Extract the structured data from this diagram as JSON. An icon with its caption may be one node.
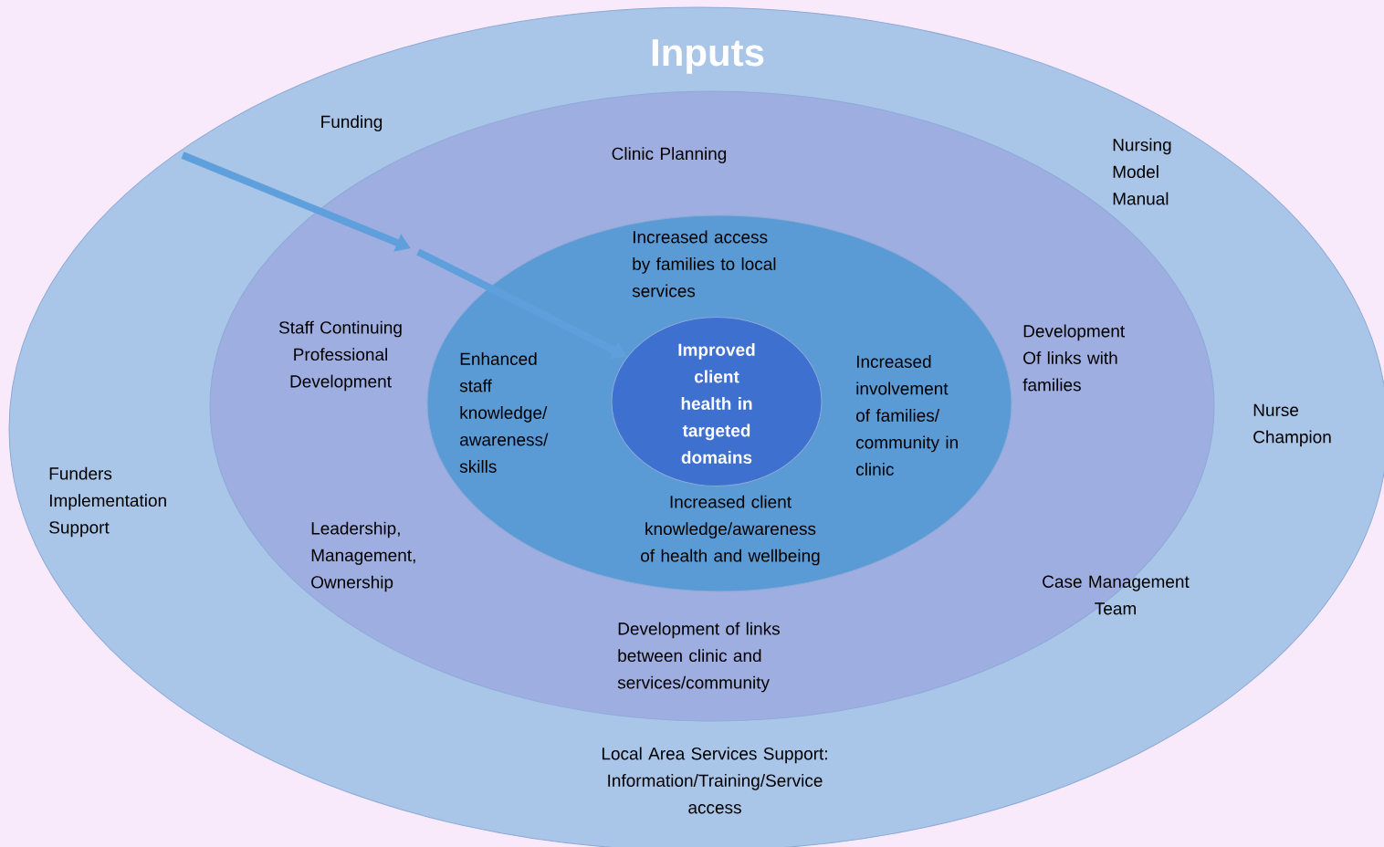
{
  "diagram": {
    "nodes": [
      {
        "text": [
          "Inputs",
          "Funding",
          "Nursing Model Manual",
          "Nurse Champion",
          "Funders Implementation Support",
          "Local Area Services Support: Information/Training/Service access"
        ]
      },
      {
        "text": [
          "Clinic Planning",
          "Staff Continuing Professional Development",
          "Development Of links with families",
          "Leadership, Management, Ownership",
          "Case Management Team",
          "Development of links between clinic and services/community"
        ],
        "in": 0
      },
      {
        "text": [
          "Increased access by families to local services",
          "Enhanced staff knowledge/ awareness/ skills",
          "Increased involvement of families/ community in clinic",
          "Increased client knowledge/awareness of health and wellbeing"
        ],
        "in": 1
      },
      {
        "text": [
          "Improved client health in targeted domains"
        ],
        "in": 2
      }
    ],
    "edges": [
      {
        "from": null,
        "to": 3,
        "arrow": "to"
      }
    ]
  }
}
